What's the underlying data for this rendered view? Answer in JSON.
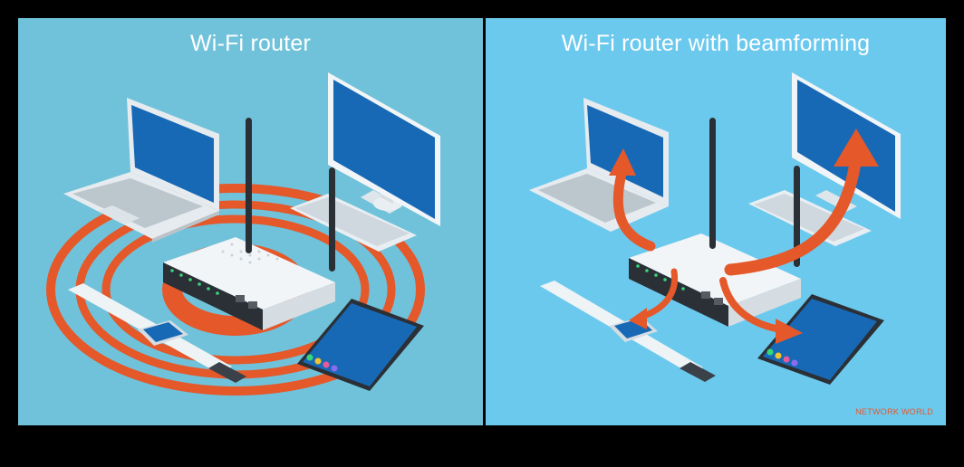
{
  "left_panel": {
    "title": "Wi-Fi router"
  },
  "right_panel": {
    "title": "Wi-Fi router with beamforming"
  },
  "credit": "NETWORK WORLD",
  "colors": {
    "frame": "#000000",
    "left_background": "#70c2da",
    "right_background": "#6cc9ee",
    "signal": "#e4582a",
    "screen": "#1769b6",
    "device_white": "#f2f5f7",
    "device_grey": "#c9d2d8",
    "dark": "#2b3036",
    "led": "#37d67a"
  },
  "icons": {
    "router": "router-icon",
    "laptop": "laptop-icon",
    "monitor": "monitor-icon",
    "smartwatch": "smartwatch-icon",
    "smartphone": "smartphone-icon",
    "signal_rings": "signal-rings-icon",
    "beam_arrows": "beam-arrow-icon"
  }
}
